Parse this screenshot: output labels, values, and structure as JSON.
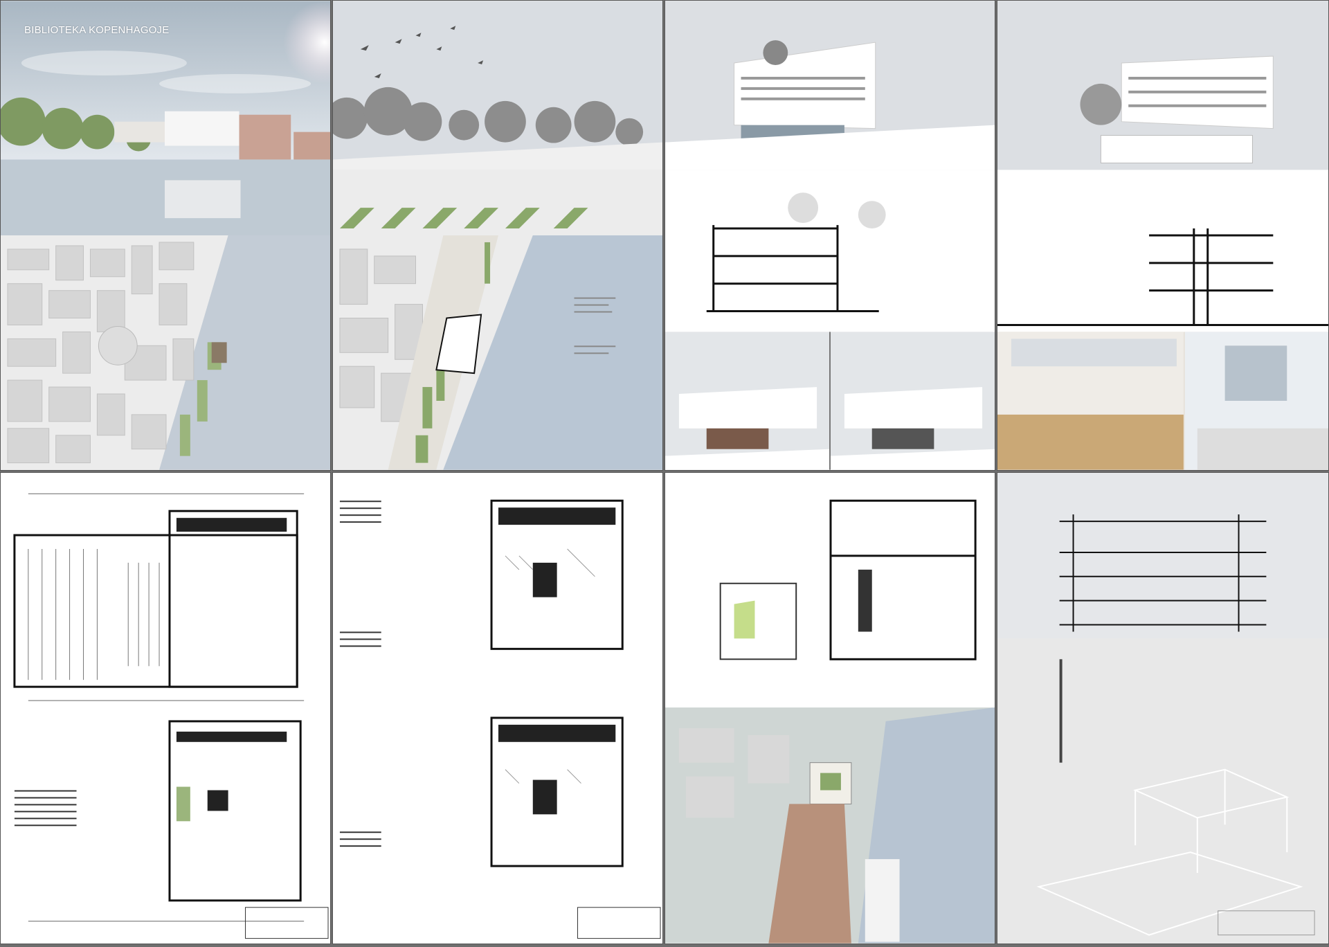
{
  "title": "BIBLIOTEKA KOPENHAGOJE",
  "colors": {
    "sky": "#c9d3dc",
    "water": "#b8c6d2",
    "green": "#8aa86a",
    "paper": "#ffffff",
    "board": "#e8e8e8"
  },
  "panels": [
    "perspective-and-site-plan",
    "landscape-and-masterplan",
    "elevations-and-sections",
    "elevation-section-interiors",
    "ground-floor-plans",
    "upper-floor-plans",
    "details-and-aerial",
    "structural-section-and-axonometry"
  ]
}
